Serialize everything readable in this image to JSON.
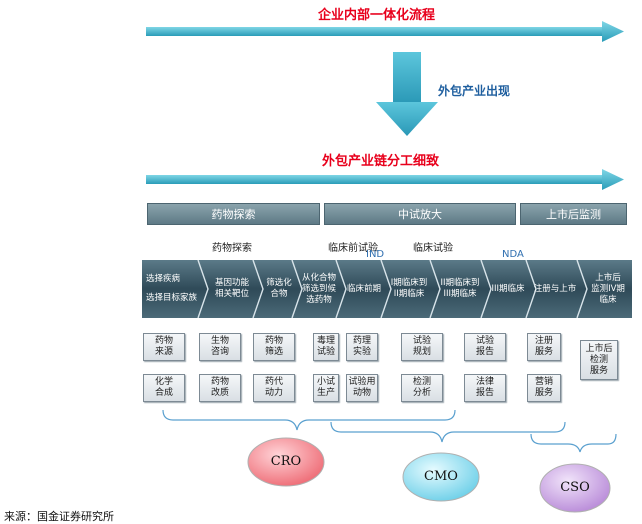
{
  "titles": {
    "top": "企业内部一体化流程",
    "middle_label": "外包产业出现",
    "bottom": "外包产业链分工细致"
  },
  "phases": [
    "药物探索",
    "中试放大",
    "上市后监测"
  ],
  "stage_labels": [
    "药物探索",
    "临床前试验",
    "临床试验"
  ],
  "markers": [
    "IND",
    "NDA"
  ],
  "chevrons": [
    [
      "选择疾病",
      "选择目标家族"
    ],
    [
      "基因功能",
      "相关靶位"
    ],
    [
      "筛选化",
      "合物"
    ],
    [
      "从化合物",
      "筛选到候",
      "选药物"
    ],
    [
      "临床前期"
    ],
    [
      "I期临床到",
      "II期临床"
    ],
    [
      "II期临床到",
      "III期临床"
    ],
    [
      "III期临床"
    ],
    [
      "注册与上市"
    ],
    [
      "上市后",
      "监测IV期",
      "临床"
    ]
  ],
  "services_row1": [
    [
      "药物",
      "来源"
    ],
    [
      "生物",
      "咨询"
    ],
    [
      "药物",
      "筛选"
    ],
    [
      "毒理",
      "试验"
    ],
    [
      "药理",
      "实验"
    ],
    [
      "试验",
      "规划"
    ],
    [
      "试验",
      "报告"
    ],
    [
      "注册",
      "服务"
    ]
  ],
  "services_row2": [
    [
      "化学",
      "合成"
    ],
    [
      "药物",
      "改质"
    ],
    [
      "药代",
      "动力"
    ],
    [
      "小试",
      "生产"
    ],
    [
      "试验用",
      "动物"
    ],
    [
      "检测",
      "分析"
    ],
    [
      "法律",
      "报告"
    ],
    [
      "营销",
      "服务"
    ]
  ],
  "service_tall": [
    "上市后",
    "检测",
    "服务"
  ],
  "circles": [
    "CRO",
    "CMO",
    "CSO"
  ],
  "source": "来源：国金证券研究所",
  "colors": {
    "title_red": "#e8001c",
    "arrow_teal": "#3ab4cc",
    "band_dark": "#2f4a58",
    "cro": "#f07880",
    "cmo": "#7ad8ee",
    "cso": "#c59ae0"
  }
}
